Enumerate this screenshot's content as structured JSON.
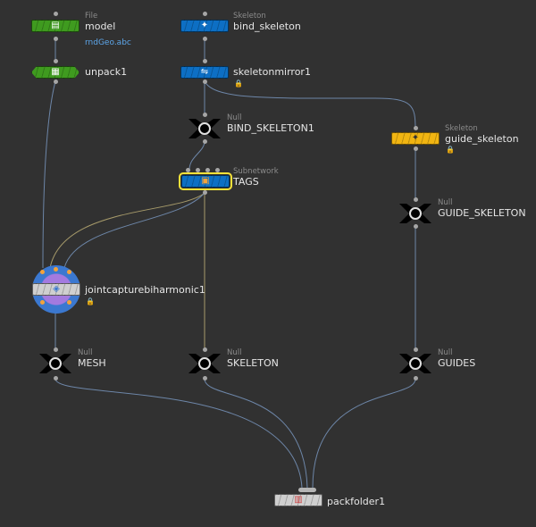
{
  "colors": {
    "background": "#313131",
    "wire": "#6d86a8",
    "wire_alt": "#a69a6a",
    "green": "#3f9b1f",
    "blue": "#0d6fc4",
    "yellow": "#f1b512",
    "white": "#cfcfcf",
    "subtitle": "#5da6ea"
  },
  "nodes": {
    "model": {
      "type": "File",
      "label": "model",
      "subtitle": "rndGeo.abc",
      "icon": "file-icon"
    },
    "unpack": {
      "label": "unpack1",
      "icon": "unpack-icon"
    },
    "bind_skeleton": {
      "type": "Skeleton",
      "label": "bind_skeleton",
      "icon": "skeleton-icon"
    },
    "skeletonmirror": {
      "label": "skeletonmirror1",
      "icon": "mirror-icon"
    },
    "bind_null": {
      "type": "Null",
      "label": "BIND_SKELETON1"
    },
    "guide_skeleton": {
      "type": "Skeleton",
      "label": "guide_skeleton",
      "icon": "skeleton-icon"
    },
    "tags": {
      "type": "Subnetwork",
      "label": "TAGS",
      "icon": "subnet-icon"
    },
    "guide_null": {
      "type": "Null",
      "label": "GUIDE_SKELETON"
    },
    "joint": {
      "label": "jointcapturebiharmonic1",
      "icon": "capture-icon"
    },
    "mesh": {
      "type": "Null",
      "label": "MESH"
    },
    "skeleton": {
      "type": "Null",
      "label": "SKELETON"
    },
    "guides": {
      "type": "Null",
      "label": "GUIDES"
    },
    "packfolder": {
      "label": "packfolder1",
      "icon": "packfolder-icon"
    }
  }
}
